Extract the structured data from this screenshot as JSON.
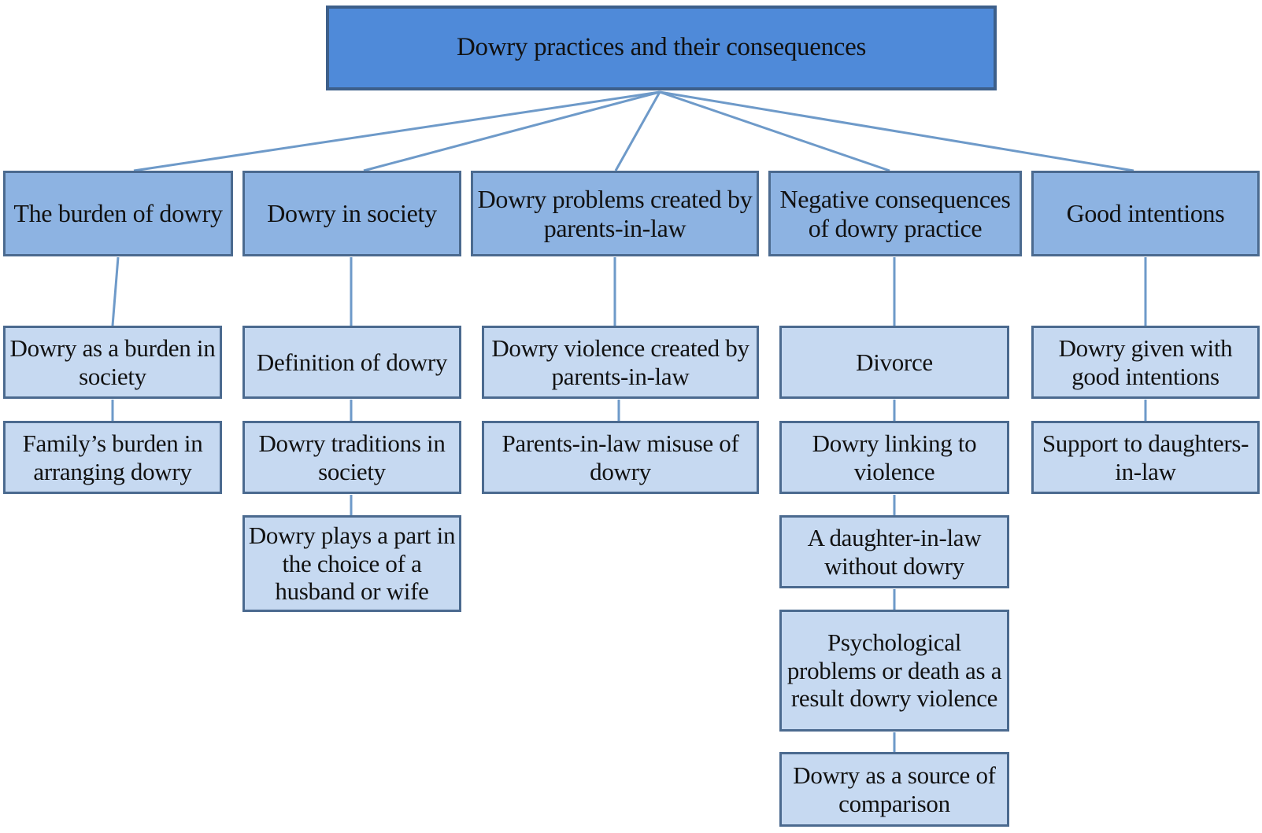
{
  "root": {
    "label": "Dowry practices and their consequences"
  },
  "categories": [
    {
      "label": "The burden of dowry",
      "items": [
        "Dowry as a burden in society",
        "Family’s burden in arranging dowry"
      ]
    },
    {
      "label": "Dowry in society",
      "items": [
        "Definition of dowry",
        "Dowry traditions in society",
        "Dowry plays a part in the choice of a husband or wife"
      ]
    },
    {
      "label": "Dowry problems created by parents-in-law",
      "items": [
        "Dowry violence created by parents-in-law",
        "Parents-in-law misuse of dowry"
      ]
    },
    {
      "label": "Negative consequences of dowry practice",
      "items": [
        "Divorce",
        "Dowry linking to violence",
        "A daughter-in-law without dowry",
        "Psychological problems or death as a result dowry violence",
        "Dowry as a source of comparison"
      ]
    },
    {
      "label": "Good intentions",
      "items": [
        "Dowry given with good intentions",
        "Support to daughters-in-law"
      ]
    }
  ],
  "colors": {
    "root_fill": "#4f8ad9",
    "category_fill": "#8db3e2",
    "item_fill": "#c6d9f1",
    "border": "#4b6a8f",
    "connector": "#6e9ac9"
  }
}
